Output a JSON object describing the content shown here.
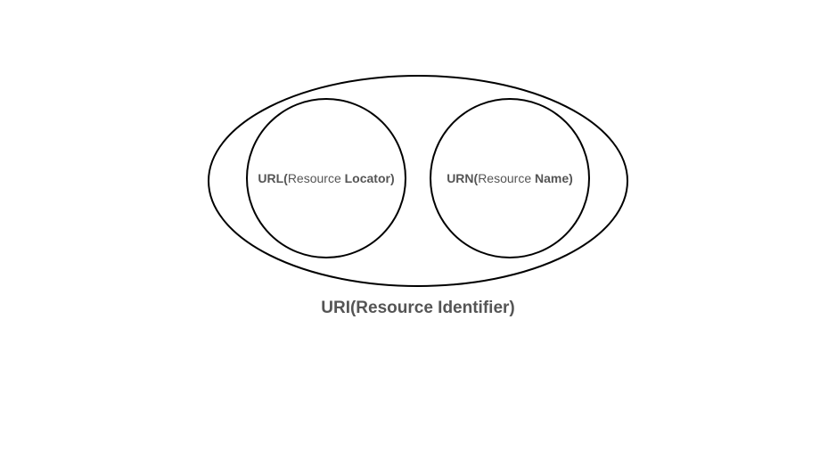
{
  "diagram": {
    "outer": {
      "label": "URI(Resource Identifier)"
    },
    "left_circle": {
      "label_acronym": "URL(",
      "label_word1": "Resource ",
      "label_word2": "Locator)"
    },
    "right_circle": {
      "label_acronym": "URN(",
      "label_word1": "Resource ",
      "label_word2": "Name)"
    },
    "colors": {
      "stroke": "#000000",
      "text": "#555555"
    }
  }
}
